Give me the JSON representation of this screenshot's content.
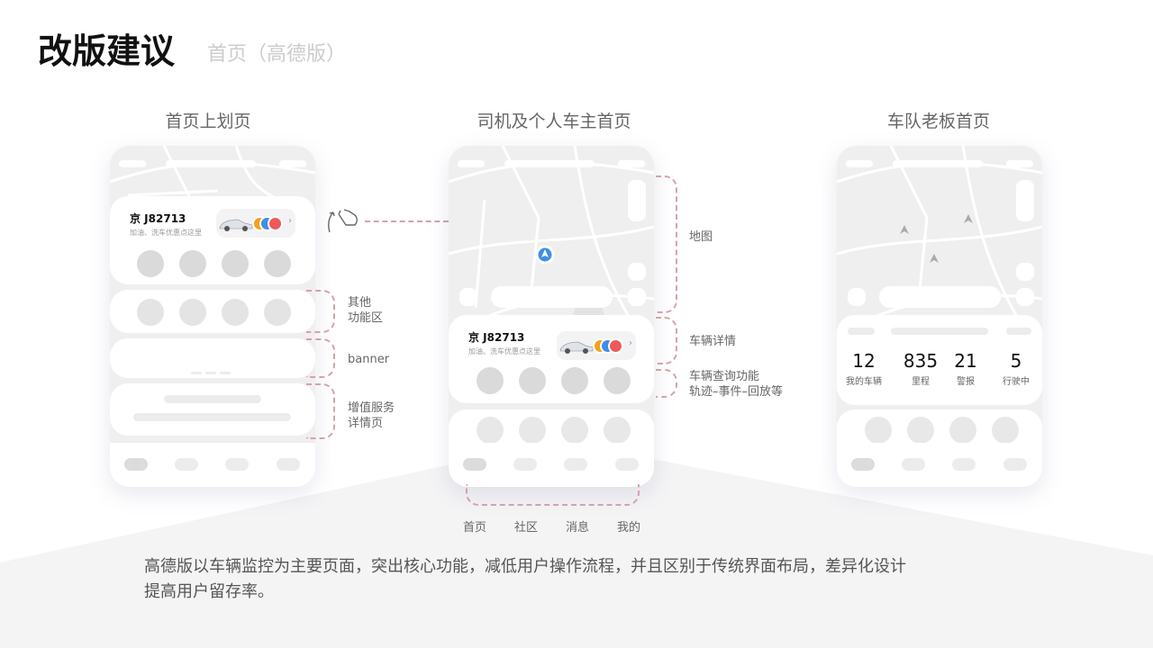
{
  "header": {
    "title": "改版建议",
    "subtitle": "首页（高德版）"
  },
  "columns": [
    {
      "title": "首页上划页"
    },
    {
      "title": "司机及个人车主首页"
    },
    {
      "title": "车队老板首页"
    }
  ],
  "vehicle_card": {
    "plate": "京 J82713",
    "subtitle": "加油、洗车优惠点这里",
    "chevron": "›"
  },
  "annotations": {
    "other_functions": "其他\n功能区",
    "banner": "banner",
    "value_added": "增值服务\n详情页",
    "map": "地图",
    "vehicle_detail": "车辆详情",
    "vehicle_query": "车辆查询功能\n轨迹–事件–回放等"
  },
  "tabs": [
    {
      "label": "首页"
    },
    {
      "label": "社区"
    },
    {
      "label": "消息"
    },
    {
      "label": "我的"
    }
  ],
  "fleet_stats": [
    {
      "value": "12",
      "label": "我的车辆"
    },
    {
      "value": "835",
      "label": "里程"
    },
    {
      "value": "21",
      "label": "警报"
    },
    {
      "value": "5",
      "label": "行驶中"
    }
  ],
  "footer": {
    "text": "高德版以车辆监控为主要页面，突出核心功能，减低用户操作流程，并且区别于传统界面布局，差异化设计\n提高用户留存率。"
  },
  "colors": {
    "accent_dash": "#d6a2a9",
    "nav_blue": "#3d8ee6"
  }
}
